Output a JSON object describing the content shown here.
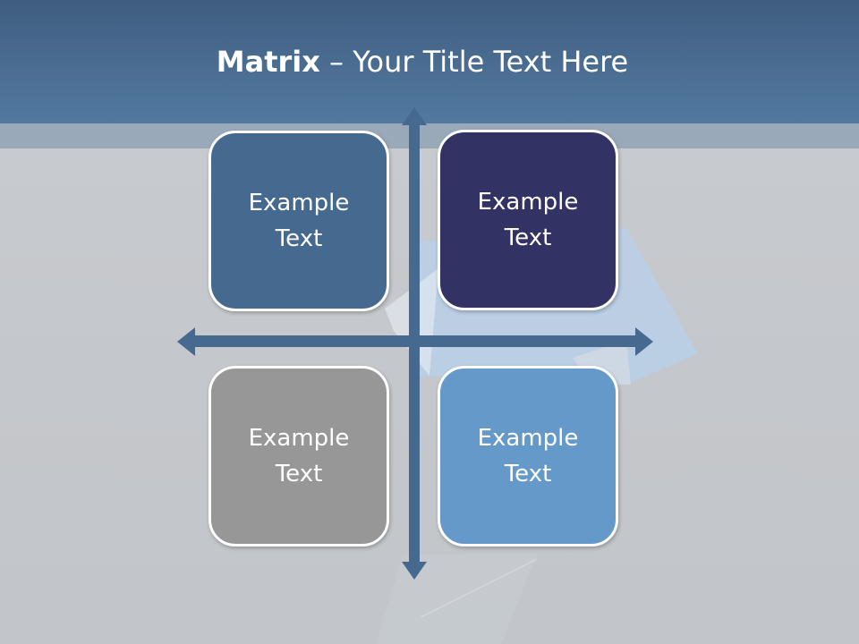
{
  "slide": {
    "title_bold": "Matrix",
    "title_rest": " – Your Title Text Here"
  },
  "matrix": {
    "top_left": {
      "text": "Example Text",
      "color": "#466a8f"
    },
    "top_right": {
      "text": "Example Text",
      "color": "#333264"
    },
    "bottom_left": {
      "text": "Example Text",
      "color": "#979797"
    },
    "bottom_right": {
      "text": "Example Text",
      "color": "#6599c9"
    }
  },
  "colors": {
    "header": "#4b6d92",
    "axis": "#466a8f",
    "background": "#c6c9cd"
  }
}
